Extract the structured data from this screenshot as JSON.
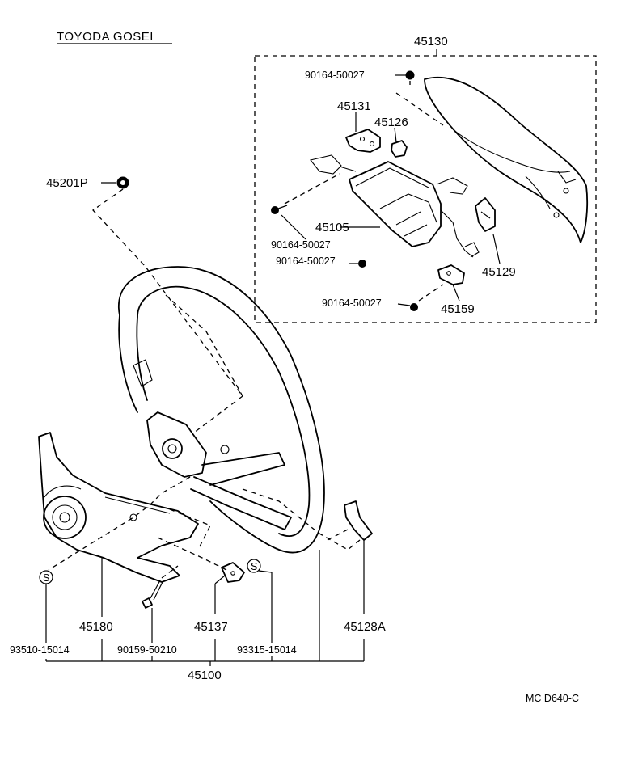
{
  "maker": "TOYODA GOSEI",
  "catalog_code": "MC  D640-C",
  "parts": {
    "p45130": "45130",
    "p90164_top": "90164-50027",
    "p45131": "45131",
    "p45126": "45126",
    "p45201P": "45201P",
    "p45105": "45105",
    "p90164_mid1": "90164-50027",
    "p90164_mid2": "90164-50027",
    "p45129": "45129",
    "p90164_bot": "90164-50027",
    "p45159": "45159",
    "p45180": "45180",
    "p45137": "45137",
    "p45128A": "45128A",
    "p93510": "93510-15014",
    "p90159": "90159-50210",
    "p93315": "93315-15014",
    "p45100": "45100"
  },
  "symbols": {
    "s_left": "S",
    "s_right": "S"
  }
}
